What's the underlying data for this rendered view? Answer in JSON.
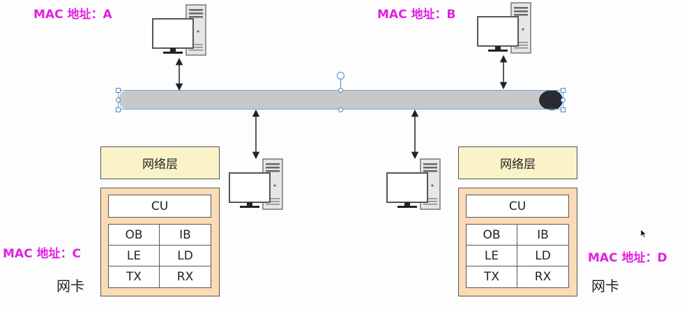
{
  "hosts": {
    "a": {
      "mac_label": "MAC 地址：A"
    },
    "b": {
      "mac_label": "MAC 地址：B"
    },
    "c": {
      "mac_label": "MAC 地址：C",
      "network_layer": "网络层",
      "nic_label": "网卡"
    },
    "d": {
      "mac_label": "MAC 地址：D",
      "network_layer": "网络层",
      "nic_label": "网卡"
    }
  },
  "nic": {
    "cu": "CU",
    "cells": [
      "OB",
      "IB",
      "LE",
      "LD",
      "TX",
      "RX"
    ]
  },
  "colors": {
    "mac_label": "#e020e0",
    "bus": "#c8c8c8",
    "network_layer_fill": "#faf3c8",
    "nic_fill": "#fbdbb5"
  }
}
